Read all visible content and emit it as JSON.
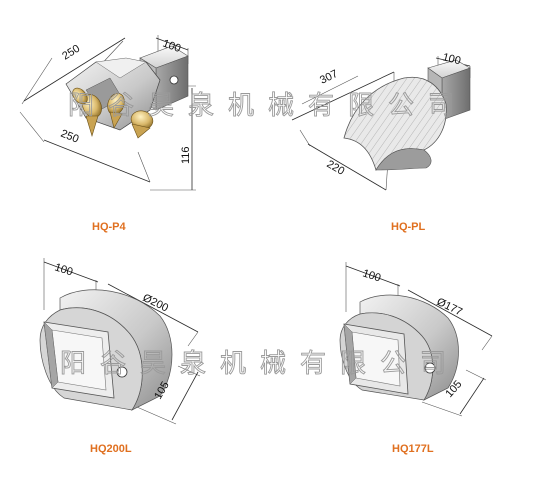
{
  "panels": [
    {
      "id": "hq-p4",
      "label": "HQ-P4",
      "dims": [
        "250",
        "100",
        "250",
        "116"
      ]
    },
    {
      "id": "hq-pl",
      "label": "HQ-PL",
      "dims": [
        "307",
        "100",
        "220"
      ]
    },
    {
      "id": "hq200l",
      "label": "HQ200L",
      "dims": [
        "100",
        "Ø200",
        "105"
      ]
    },
    {
      "id": "hq177l",
      "label": "HQ177L",
      "dims": [
        "100",
        "Ø177",
        "105"
      ]
    }
  ],
  "watermark": "阳谷昊泉机械有限公司",
  "colors": {
    "caption": "#e07020",
    "dimension": "#2a2a2a",
    "body": "#c8c8c8",
    "tooth": "#d9b86a"
  }
}
